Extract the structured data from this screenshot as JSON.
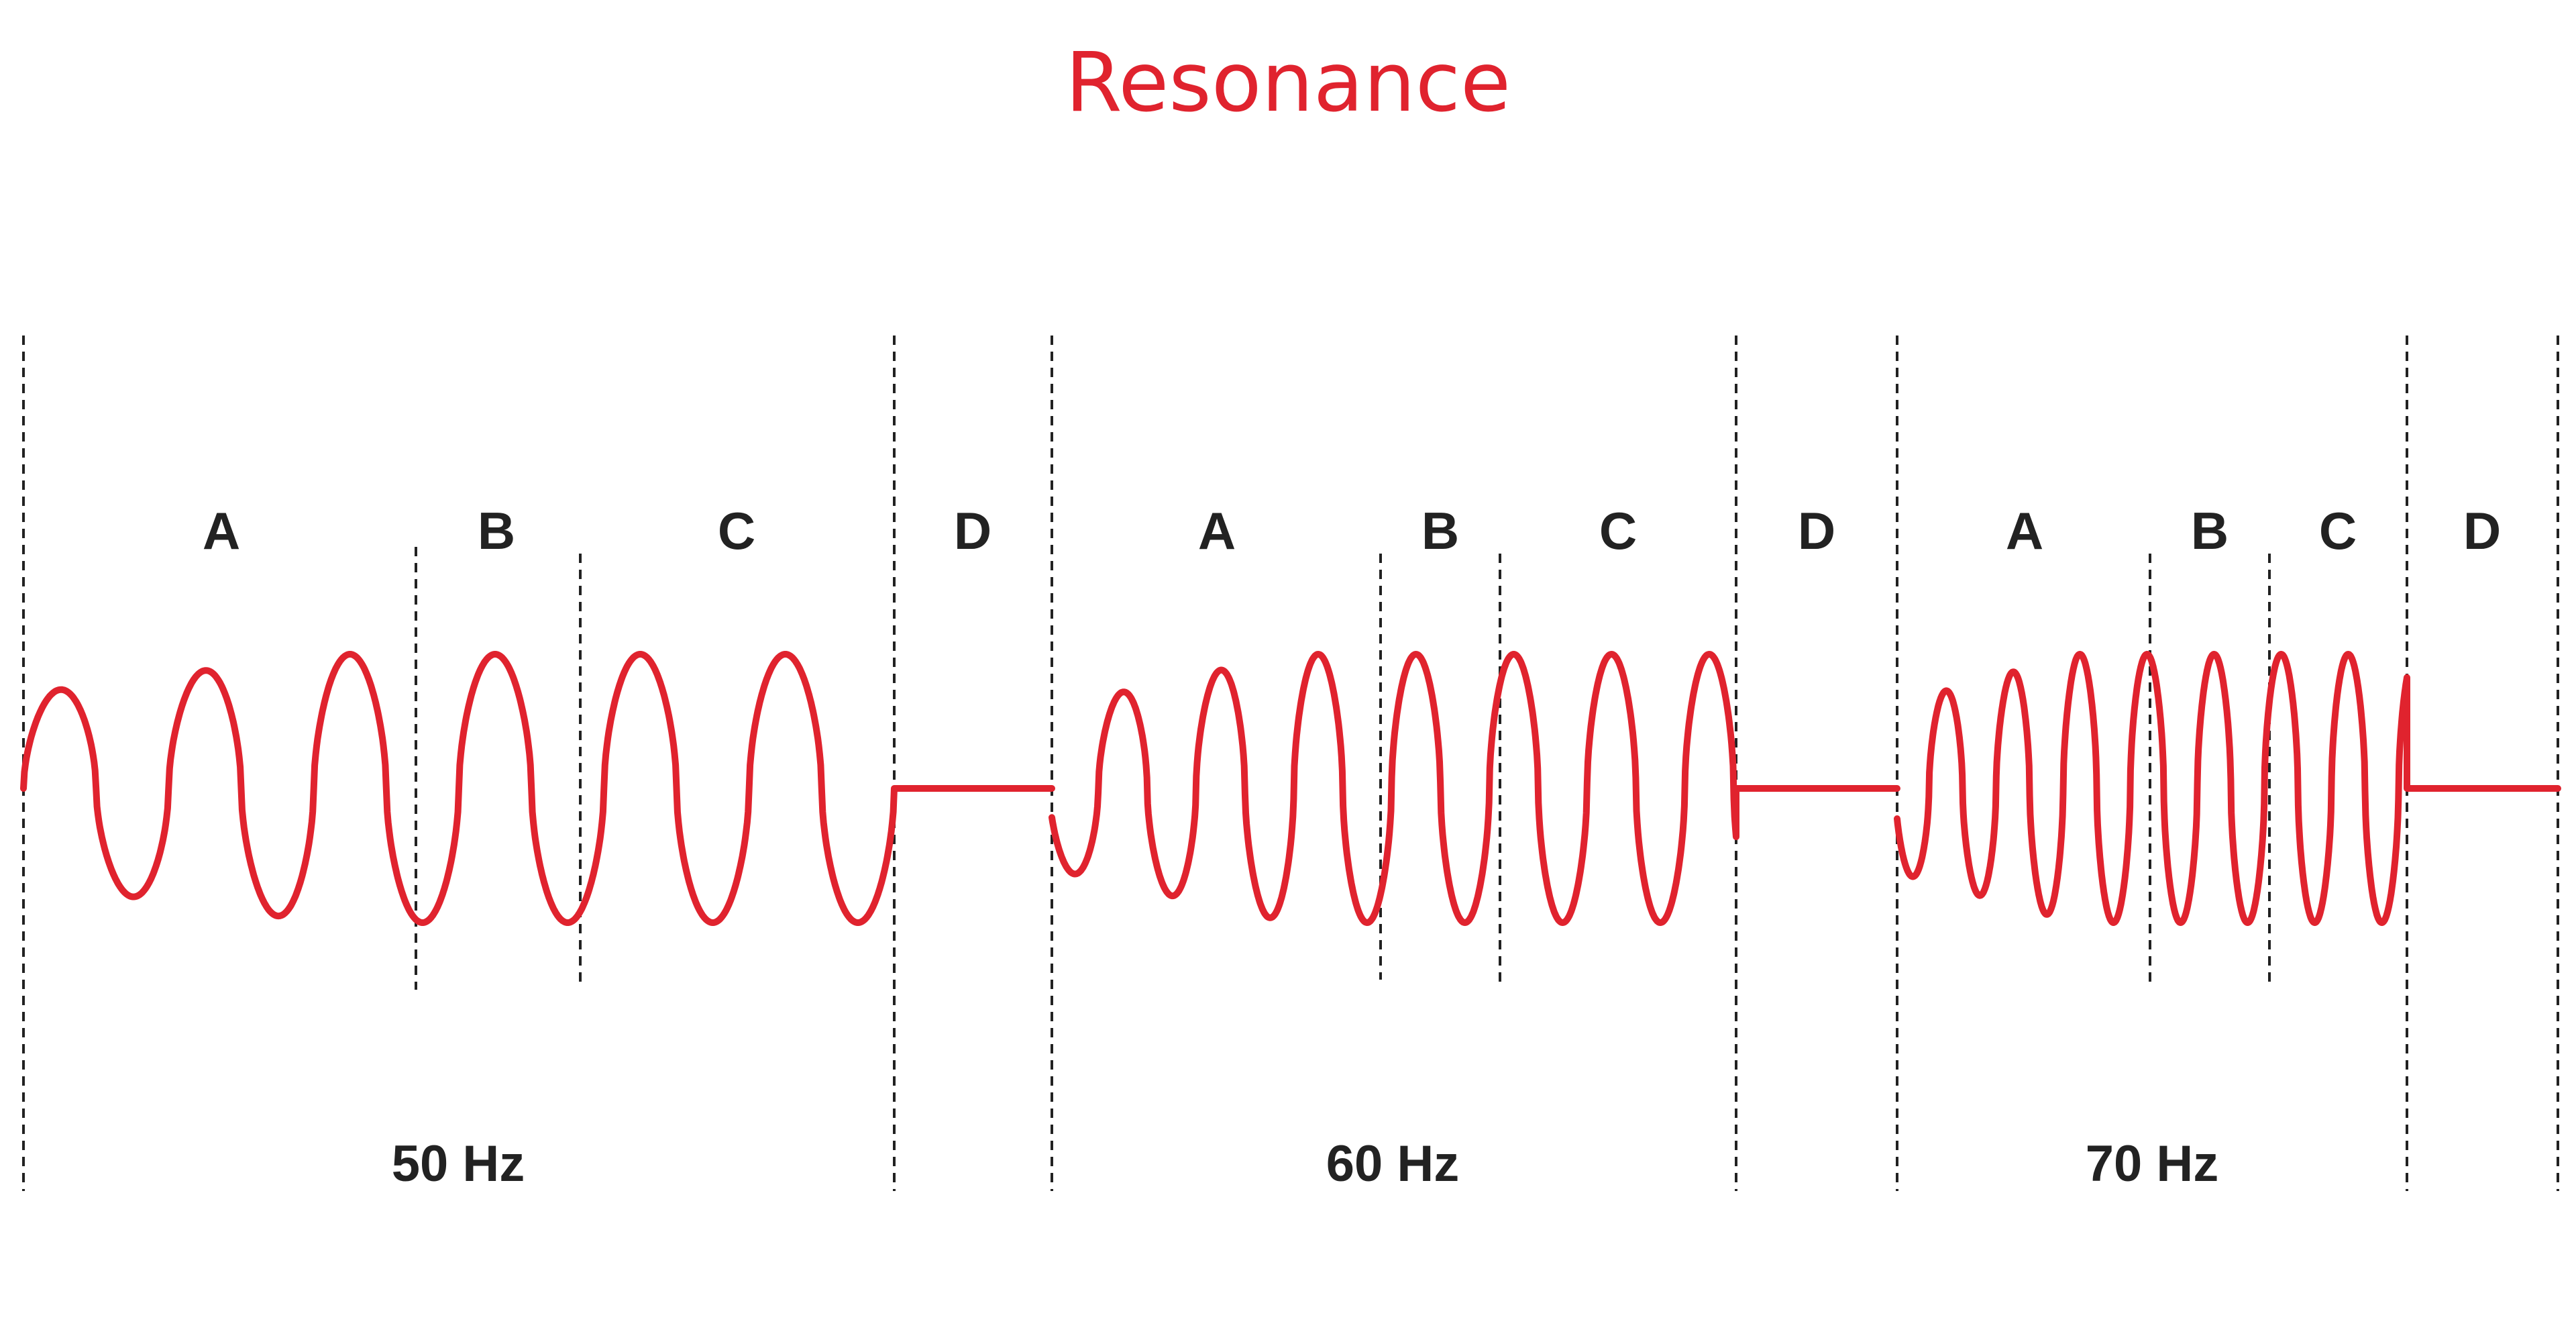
{
  "title": "Resonance",
  "colors": {
    "wave": "#e0232e",
    "title": "#e0232e",
    "text": "#222222"
  },
  "panels": [
    {
      "frequency_label": "50 Hz",
      "segments": [
        {
          "label": "A"
        },
        {
          "label": "B"
        },
        {
          "label": "C"
        },
        {
          "label": "D"
        }
      ]
    },
    {
      "frequency_label": "60 Hz",
      "segments": [
        {
          "label": "A"
        },
        {
          "label": "B"
        },
        {
          "label": "C"
        },
        {
          "label": "D"
        }
      ]
    },
    {
      "frequency_label": "70 Hz",
      "segments": [
        {
          "label": "A"
        },
        {
          "label": "B"
        },
        {
          "label": "C"
        },
        {
          "label": "D"
        }
      ]
    }
  ]
}
